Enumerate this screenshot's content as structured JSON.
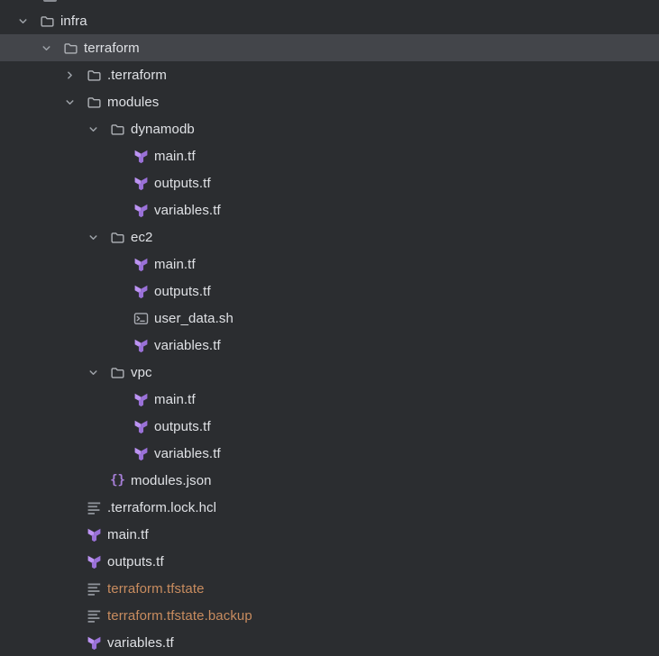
{
  "panel": {
    "name": "Project file tree",
    "background": "#2b2d30",
    "selection_background": "#43454a"
  },
  "colors": {
    "text": "#dfe1e5",
    "ignored_file_text": "#c88c5f",
    "chevron": "#9da2a8",
    "folder_icon": "#b0b3b8",
    "gray_icon": "#a8abb2",
    "text_file_icon": "#8f939a",
    "terraform_light": "#bc93f3",
    "terraform_dark": "#9a71d8",
    "json_icon": "#a77fd8"
  },
  "tree": {
    "rows": [
      {
        "label": "infra",
        "level": 0,
        "icon": "folder",
        "chevron": "down",
        "selected": false,
        "muted": false
      },
      {
        "label": "terraform",
        "level": 1,
        "icon": "folder",
        "chevron": "down",
        "selected": true,
        "muted": false
      },
      {
        "label": ".terraform",
        "level": 2,
        "icon": "folder",
        "chevron": "right",
        "selected": false,
        "muted": false
      },
      {
        "label": "modules",
        "level": 2,
        "icon": "folder",
        "chevron": "down",
        "selected": false,
        "muted": false
      },
      {
        "label": "dynamodb",
        "level": 3,
        "icon": "folder",
        "chevron": "down",
        "selected": false,
        "muted": false
      },
      {
        "label": "main.tf",
        "level": 4,
        "icon": "terraform",
        "chevron": "none",
        "selected": false,
        "muted": false
      },
      {
        "label": "outputs.tf",
        "level": 4,
        "icon": "terraform",
        "chevron": "none",
        "selected": false,
        "muted": false
      },
      {
        "label": "variables.tf",
        "level": 4,
        "icon": "terraform",
        "chevron": "none",
        "selected": false,
        "muted": false
      },
      {
        "label": "ec2",
        "level": 3,
        "icon": "folder",
        "chevron": "down",
        "selected": false,
        "muted": false
      },
      {
        "label": "main.tf",
        "level": 4,
        "icon": "terraform",
        "chevron": "none",
        "selected": false,
        "muted": false
      },
      {
        "label": "outputs.tf",
        "level": 4,
        "icon": "terraform",
        "chevron": "none",
        "selected": false,
        "muted": false
      },
      {
        "label": "user_data.sh",
        "level": 4,
        "icon": "terminal",
        "chevron": "none",
        "selected": false,
        "muted": false
      },
      {
        "label": "variables.tf",
        "level": 4,
        "icon": "terraform",
        "chevron": "none",
        "selected": false,
        "muted": false
      },
      {
        "label": "vpc",
        "level": 3,
        "icon": "folder",
        "chevron": "down",
        "selected": false,
        "muted": false
      },
      {
        "label": "main.tf",
        "level": 4,
        "icon": "terraform",
        "chevron": "none",
        "selected": false,
        "muted": false
      },
      {
        "label": "outputs.tf",
        "level": 4,
        "icon": "terraform",
        "chevron": "none",
        "selected": false,
        "muted": false
      },
      {
        "label": "variables.tf",
        "level": 4,
        "icon": "terraform",
        "chevron": "none",
        "selected": false,
        "muted": false
      },
      {
        "label": "modules.json",
        "level": 3,
        "icon": "json",
        "chevron": "none",
        "selected": false,
        "muted": false
      },
      {
        "label": ".terraform.lock.hcl",
        "level": 2,
        "icon": "textfile",
        "chevron": "none",
        "selected": false,
        "muted": false
      },
      {
        "label": "main.tf",
        "level": 2,
        "icon": "terraform",
        "chevron": "none",
        "selected": false,
        "muted": false
      },
      {
        "label": "outputs.tf",
        "level": 2,
        "icon": "terraform",
        "chevron": "none",
        "selected": false,
        "muted": false
      },
      {
        "label": "terraform.tfstate",
        "level": 2,
        "icon": "textfile",
        "chevron": "none",
        "selected": false,
        "muted": true
      },
      {
        "label": "terraform.tfstate.backup",
        "level": 2,
        "icon": "textfile",
        "chevron": "none",
        "selected": false,
        "muted": true
      },
      {
        "label": "variables.tf",
        "level": 2,
        "icon": "terraform",
        "chevron": "none",
        "selected": false,
        "muted": false
      }
    ]
  }
}
